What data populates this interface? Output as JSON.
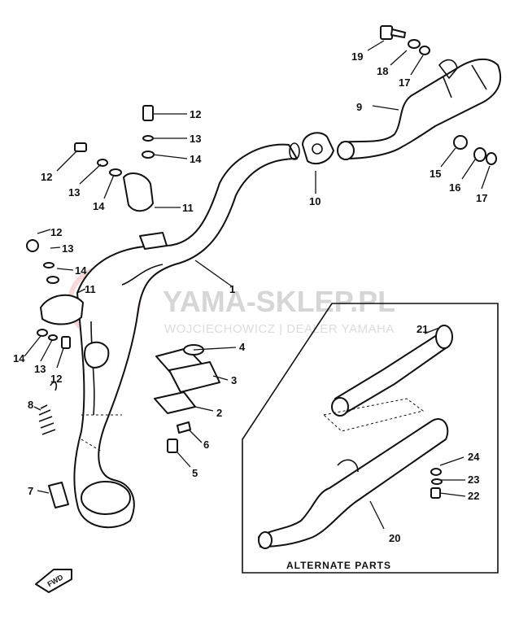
{
  "watermark": {
    "title": "YAMA-SKLEP.PL",
    "subtitle": "WOJCIECHOWICZ | DEALER YAMAHA",
    "logo_color": "#f2b8b8"
  },
  "callouts": {
    "n1": "1",
    "n2": "2",
    "n3": "3",
    "n4": "4",
    "n5": "5",
    "n6": "6",
    "n7": "7",
    "n8": "8",
    "n9": "9",
    "n10": "10",
    "n11a": "11",
    "n11b": "11",
    "n12a": "12",
    "n12b": "12",
    "n12c": "12",
    "n12d": "12",
    "n13a": "13",
    "n13b": "13",
    "n13c": "13",
    "n13d": "13",
    "n14a": "14",
    "n14b": "14",
    "n14c": "14",
    "n14d": "14",
    "n15": "15",
    "n16": "16",
    "n17a": "17",
    "n17b": "17",
    "n18": "18",
    "n19": "19",
    "n20": "20",
    "n21": "21",
    "n22": "22",
    "n23": "23",
    "n24": "24"
  },
  "alternate_box": {
    "label": "ALTERNATE PARTS"
  },
  "direction_tag": {
    "label": "FWD"
  }
}
